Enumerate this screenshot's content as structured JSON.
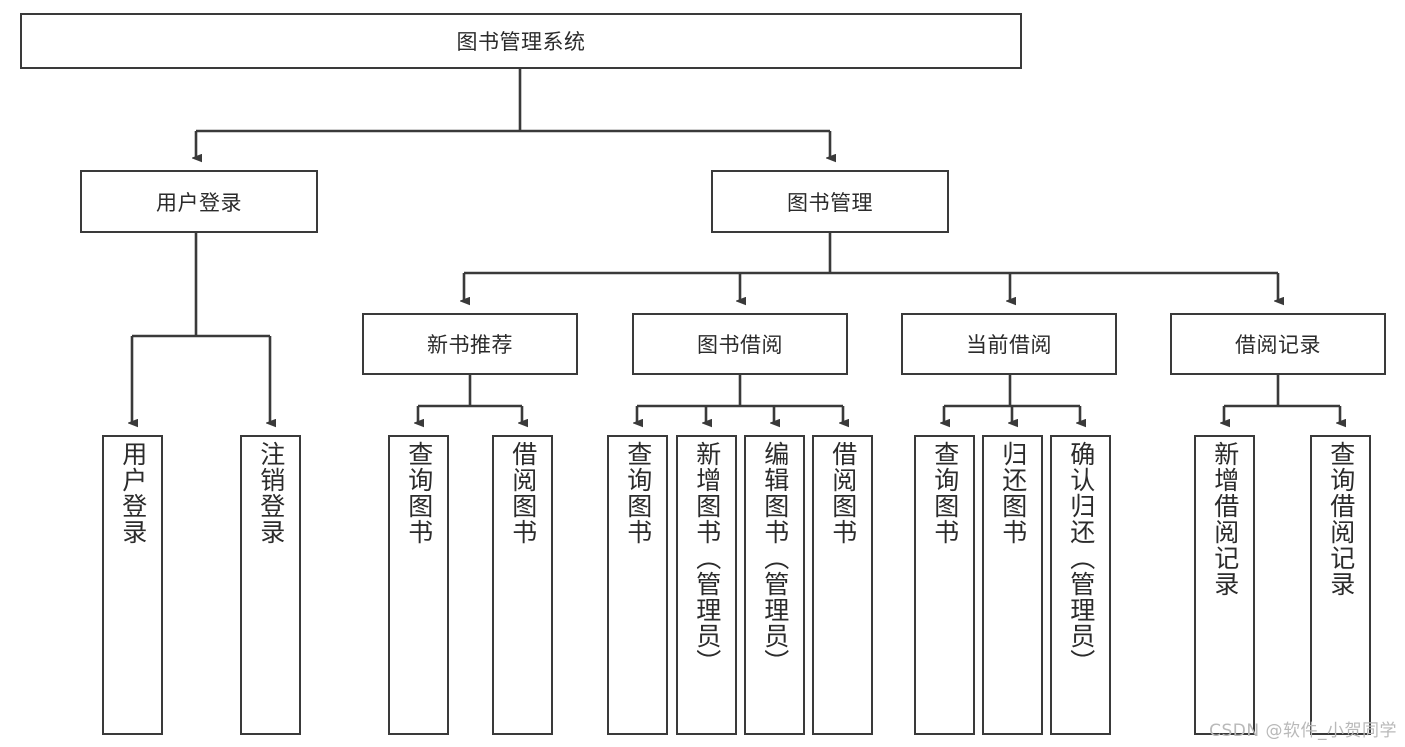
{
  "diagram": {
    "type": "tree-hierarchy",
    "title": "图书管理系统",
    "colors": {
      "background": "#ffffff",
      "box_fill": "#ffffff",
      "box_border": "#3a3a3a",
      "connector": "#3a3a3a",
      "text": "#2b2b2b",
      "watermark": "#b9b9b9"
    },
    "root": {
      "label": "图书管理系统"
    },
    "level1": [
      {
        "label": "用户登录"
      },
      {
        "label": "图书管理"
      }
    ],
    "level2": [
      {
        "label": "新书推荐"
      },
      {
        "label": "图书借阅"
      },
      {
        "label": "当前借阅"
      },
      {
        "label": "借阅记录"
      }
    ],
    "leaves": {
      "user_login": [
        {
          "label": "用户登录"
        },
        {
          "label": "注销登录"
        }
      ],
      "new_book_recommend": [
        {
          "label": "查询图书"
        },
        {
          "label": "借阅图书"
        }
      ],
      "book_borrow": [
        {
          "label": "查询图书"
        },
        {
          "label": "新增图书（管理员）"
        },
        {
          "label": "编辑图书（管理员）"
        },
        {
          "label": "借阅图书"
        }
      ],
      "current_borrow": [
        {
          "label": "查询图书"
        },
        {
          "label": "归还图书"
        },
        {
          "label": "确认归还（管理员）"
        }
      ],
      "borrow_record": [
        {
          "label": "新增借阅记录"
        },
        {
          "label": "查询借阅记录"
        }
      ]
    }
  },
  "watermark": {
    "text": "CSDN @软件_小贺同学"
  }
}
